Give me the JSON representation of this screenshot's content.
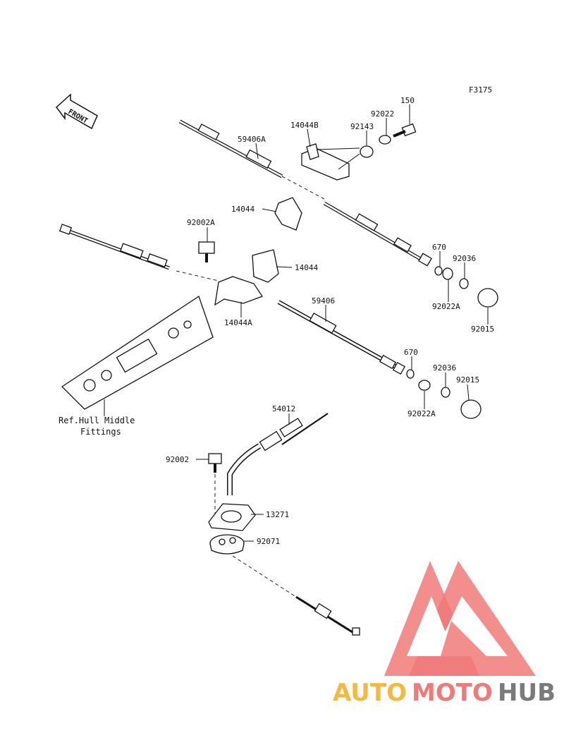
{
  "figure_code": "F3175",
  "front_arrow_text": "FRONT",
  "parts": {
    "p150": "150",
    "p92022": "92022",
    "p14044B": "14044B",
    "p92143": "92143",
    "p59406A": "59406A",
    "p14044_upper": "14044",
    "p92002A": "92002A",
    "p14044_lower": "14044",
    "p14044A": "14044A",
    "p59406": "59406",
    "p670_upper": "670",
    "p92036_upper": "92036",
    "p92022A_upper": "92022A",
    "p92015_upper": "92015",
    "p670_lower": "670",
    "p92036_lower": "92036",
    "p92015_lower": "92015",
    "p92022A_lower": "92022A",
    "p54012": "54012",
    "p92002": "92002",
    "p13271": "13271",
    "p92071": "92071"
  },
  "reference_note": {
    "line1": "Ref.Hull Middle",
    "line2": "Fittings"
  },
  "watermark": {
    "word_part1": "AUTO",
    "word_part2": "MOTO",
    "word_part3": "HUB",
    "colors": {
      "triangle": "#f07a78",
      "auto": "#f5b942",
      "moto": "#f07a78",
      "hub": "#7a7a7a"
    }
  }
}
